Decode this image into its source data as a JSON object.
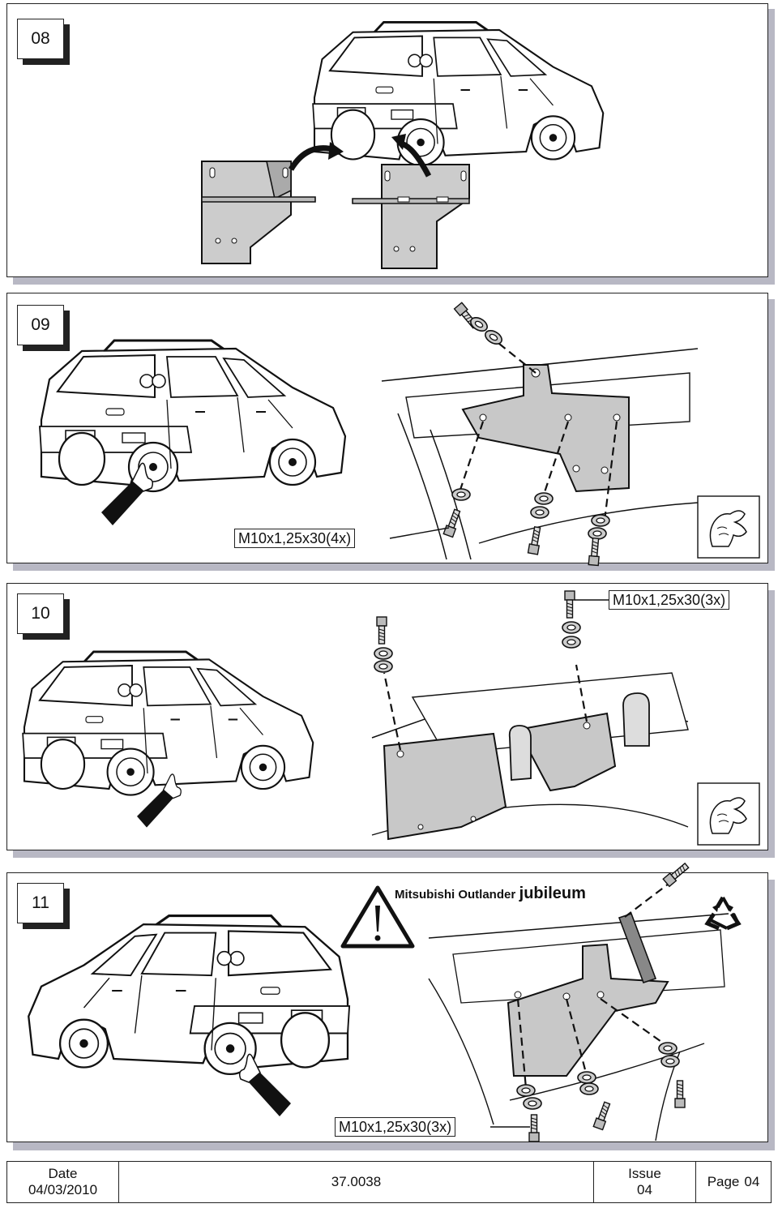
{
  "steps": [
    {
      "number": "08"
    },
    {
      "number": "09",
      "label": "M10x1,25x30(4x)"
    },
    {
      "number": "10",
      "label": "M10x1,25x30(3x)"
    },
    {
      "number": "11",
      "label": "M10x1,25x30(3x)",
      "warning_text": "Mitsubishi Outlander",
      "warning_emphasis": "jubileum"
    }
  ],
  "footer": {
    "date_label": "Date",
    "date_value": "04/03/2010",
    "reference": "37.0038",
    "issue_label": "Issue",
    "issue_value": "04",
    "page_label": "Page",
    "page_value": "04"
  },
  "icons": [
    "car-rear-icon",
    "bracket-icon",
    "pointing-hand-icon",
    "glove-hand-icon",
    "bolt-icon",
    "washer-icon",
    "warning-triangle-icon",
    "recycle-icon"
  ]
}
